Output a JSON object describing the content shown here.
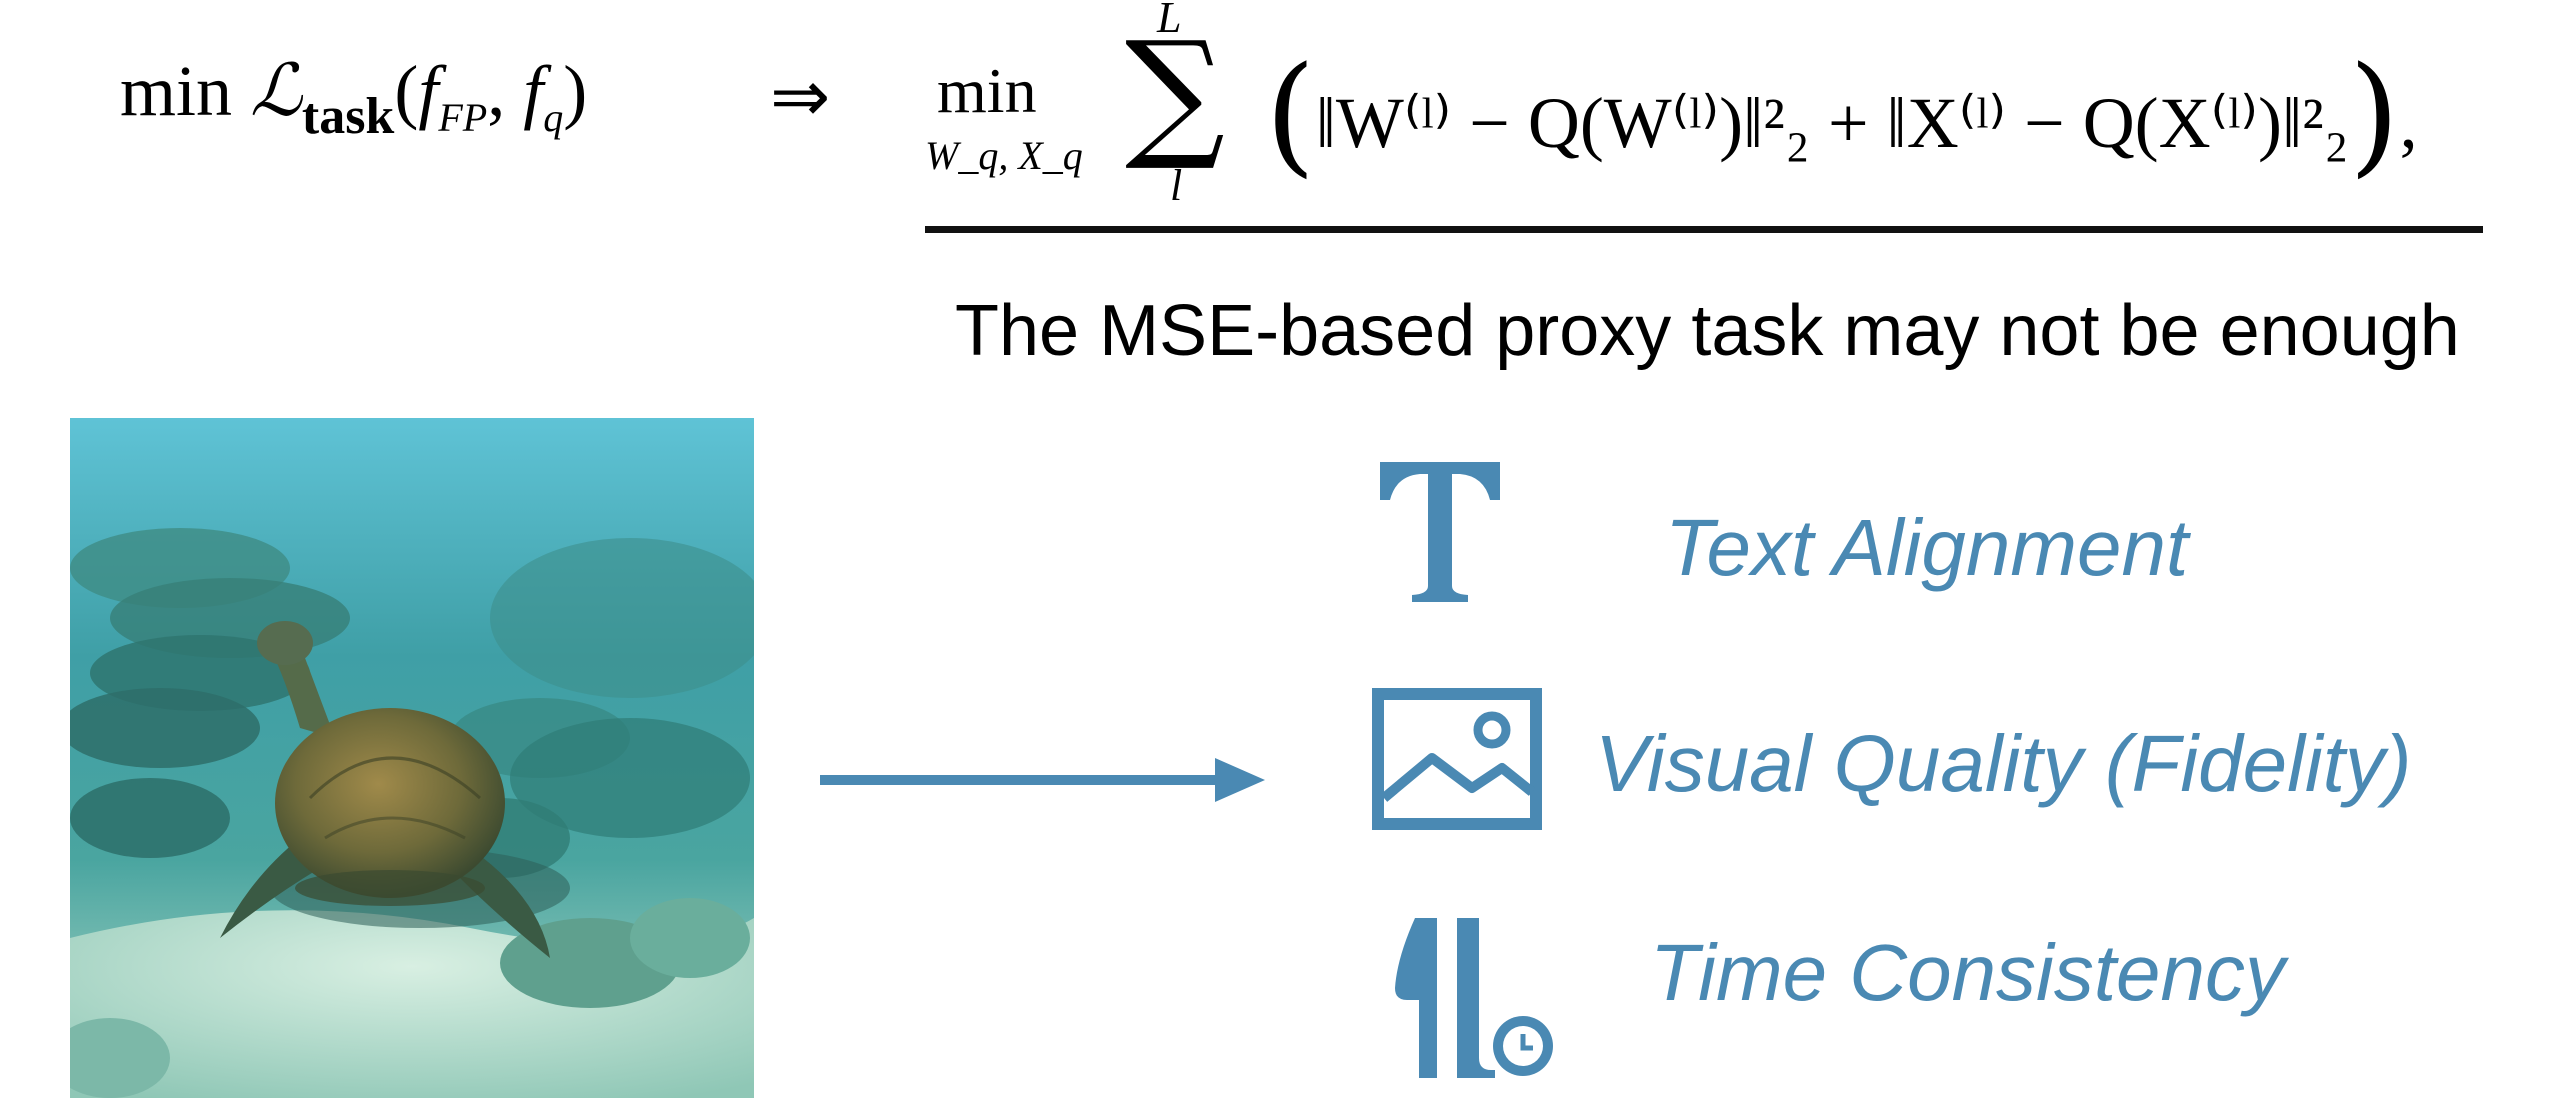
{
  "equation": {
    "lhs_min": "min",
    "lhs_loss": "ℒ",
    "lhs_loss_sub": "task",
    "lhs_args_open": "(",
    "lhs_f1": "f",
    "lhs_f1_sub": "FP",
    "lhs_comma": ", ",
    "lhs_f2": "f",
    "lhs_f2_sub": "q",
    "lhs_args_close": ")",
    "implies": "⇒",
    "rhs_min": "min",
    "rhs_min_sub": "W_q, X_q",
    "rhs_sum_upper": "L",
    "rhs_sum_lower": "l",
    "rhs_sum_symbol": "∑",
    "rhs_body": "‖W⁽ˡ⁾ − Q(W⁽ˡ⁾)‖²₂ + ‖X⁽ˡ⁾ − Q(X⁽ˡ⁾)‖²₂",
    "rhs_trailing": ","
  },
  "note": "The MSE-based proxy task may not be enough",
  "criteria": [
    {
      "icon": "text-t-icon",
      "label": "Text Alignment"
    },
    {
      "icon": "image-icon",
      "label": "Visual Quality (Fidelity)"
    },
    {
      "icon": "time-consistency-icon",
      "label": "Time Consistency"
    }
  ],
  "colors": {
    "accent": "#4a89b3",
    "text": "#000000"
  }
}
